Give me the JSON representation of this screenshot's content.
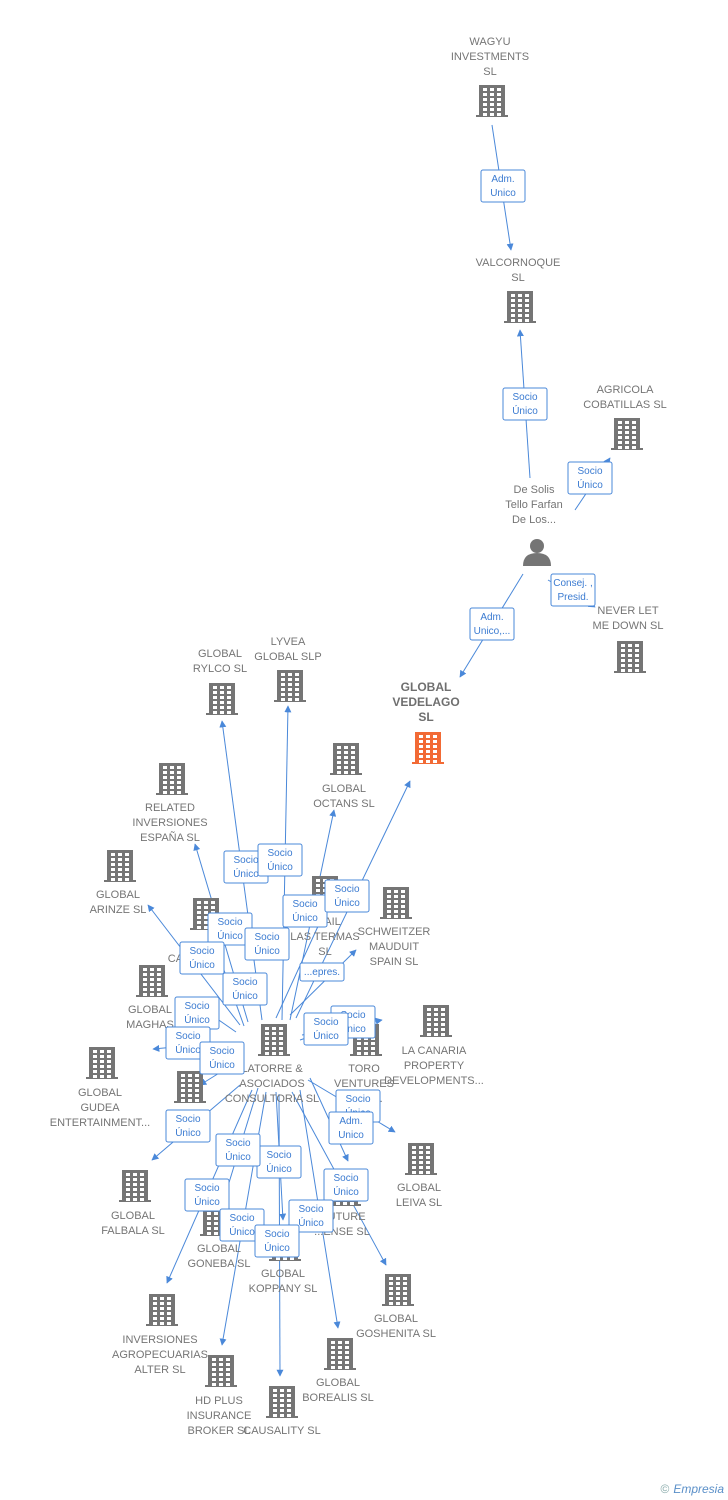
{
  "nodes": [
    {
      "id": "wagyu",
      "type": "company",
      "label": [
        "WAGYU",
        "INVESTMENTS",
        "SL"
      ]
    },
    {
      "id": "valcornoque",
      "type": "company",
      "label": [
        "VALCORNOQUE",
        "SL"
      ]
    },
    {
      "id": "agricola",
      "type": "company",
      "label": [
        "AGRICOLA",
        "COBATILLAS SL"
      ]
    },
    {
      "id": "desolis",
      "type": "person",
      "label": [
        "De Solis",
        "Tello Farfan",
        "De Los..."
      ]
    },
    {
      "id": "neverlet",
      "type": "company",
      "label": [
        "NEVER LET",
        "ME DOWN SL"
      ]
    },
    {
      "id": "vedelago",
      "type": "company",
      "highlight": true,
      "label": [
        "GLOBAL",
        "VEDELAGO",
        "SL"
      ]
    },
    {
      "id": "rylco",
      "type": "company",
      "label": [
        "GLOBAL",
        "RYLCO  SL"
      ]
    },
    {
      "id": "lyvea",
      "type": "company",
      "label": [
        "LYVEA",
        "GLOBAL  SLP"
      ]
    },
    {
      "id": "octans",
      "type": "company",
      "label": [
        "GLOBAL",
        "OCTANS  SL"
      ]
    },
    {
      "id": "related",
      "type": "company",
      "label": [
        "RELATED",
        "INVERSIONES",
        "ESPAÑA  SL"
      ]
    },
    {
      "id": "arinze",
      "type": "company",
      "label": [
        "GLOBAL",
        "ARINZE  SL"
      ]
    },
    {
      "id": "termas",
      "type": "company",
      "label": [
        "...TAIL",
        "LAS TERMAS",
        "SL"
      ]
    },
    {
      "id": "schweitzer",
      "type": "company",
      "label": [
        "SCHWEITZER",
        "MAUDUIT",
        "SPAIN SL"
      ]
    },
    {
      "id": "ca",
      "type": "company",
      "label": [
        "CA..."
      ]
    },
    {
      "id": "maghas",
      "type": "company",
      "label": [
        "GLOBAL",
        "MAGHAS"
      ]
    },
    {
      "id": "latorre",
      "type": "company",
      "label": [
        "LATORRE &",
        "ASOCIADOS",
        "CONSULTORIA  SL"
      ]
    },
    {
      "id": "toro",
      "type": "company",
      "label": [
        "TORO",
        "VENTURES",
        "F...AL..."
      ]
    },
    {
      "id": "lacanaria",
      "type": "company",
      "label": [
        "LA CANARIA",
        "PROPERTY",
        "DEVELOPMENTS..."
      ]
    },
    {
      "id": "gudea",
      "type": "company",
      "label": [
        "GLOBAL",
        "GUDEA",
        "ENTERTAINMENT..."
      ]
    },
    {
      "id": "s",
      "type": "company",
      "label": [
        "S...  SL"
      ]
    },
    {
      "id": "leiva",
      "type": "company",
      "label": [
        "GLOBAL",
        "LEIVA  SL"
      ]
    },
    {
      "id": "falbala",
      "type": "company",
      "label": [
        "GLOBAL",
        "FALBALA  SL"
      ]
    },
    {
      "id": "goneba",
      "type": "company",
      "label": [
        "GLOBAL",
        "GONEBA  SL"
      ]
    },
    {
      "id": "future",
      "type": "company",
      "label": [
        "...UTURE",
        "...ENSE  SL"
      ]
    },
    {
      "id": "koppany",
      "type": "company",
      "label": [
        "GLOBAL",
        "KOPPANY  SL"
      ]
    },
    {
      "id": "goshenita",
      "type": "company",
      "label": [
        "GLOBAL",
        "GOSHENITA SL"
      ]
    },
    {
      "id": "agropecuarias",
      "type": "company",
      "label": [
        "INVERSIONES",
        "AGROPECUARIAS",
        "ALTER  SL"
      ]
    },
    {
      "id": "borealis",
      "type": "company",
      "label": [
        "GLOBAL",
        "BOREALIS  SL"
      ]
    },
    {
      "id": "hdplus",
      "type": "company",
      "label": [
        "HD PLUS",
        "INSURANCE",
        "BROKER SL"
      ]
    },
    {
      "id": "causality",
      "type": "company",
      "label": [
        "CAUSALITY  SL"
      ]
    }
  ],
  "edges": [
    {
      "from": "wagyu",
      "to": "valcornoque",
      "label": [
        "Adm.",
        "Unico"
      ]
    },
    {
      "from": "desolis",
      "to": "valcornoque",
      "label": [
        "Socio",
        "Único"
      ]
    },
    {
      "from": "desolis",
      "to": "agricola",
      "label": [
        "Socio",
        "Único"
      ]
    },
    {
      "from": "desolis",
      "to": "neverlet",
      "label": [
        "Consej. ,",
        "Presid."
      ]
    },
    {
      "from": "desolis",
      "to": "vedelago",
      "label": [
        "Adm.",
        "Unico,..."
      ]
    },
    {
      "from": "latorre",
      "to": "rylco",
      "label": [
        "Socio",
        "Único"
      ]
    },
    {
      "from": "latorre",
      "to": "lyvea",
      "label": [
        "Socio",
        "Único"
      ]
    },
    {
      "from": "latorre",
      "to": "octans",
      "label": [
        "Socio",
        "Único"
      ]
    },
    {
      "from": "latorre",
      "to": "vedelago",
      "label": [
        "Socio",
        "Único"
      ]
    },
    {
      "from": "latorre",
      "to": "related",
      "label": [
        "Socio",
        "Único"
      ]
    },
    {
      "from": "latorre",
      "to": "arinze",
      "label": [
        "Socio",
        "Único"
      ]
    },
    {
      "from": "latorre",
      "to": "termas",
      "label": [
        "Socio",
        "Único"
      ]
    },
    {
      "from": "latorre",
      "to": "schweitzer",
      "label": [
        "...epres."
      ]
    },
    {
      "from": "latorre",
      "to": "ca",
      "label": [
        "Socio",
        "Único"
      ]
    },
    {
      "from": "latorre",
      "to": "maghas",
      "label": [
        "Socio",
        "Único"
      ]
    },
    {
      "from": "latorre",
      "to": "lacanaria",
      "label": [
        "Socio",
        "Único"
      ]
    },
    {
      "from": "latorre",
      "to": "toro",
      "label": [
        "Socio",
        "Único"
      ]
    },
    {
      "from": "latorre",
      "to": "gudea",
      "label": [
        "Socio",
        "Único"
      ]
    },
    {
      "from": "latorre",
      "to": "s",
      "label": [
        "Socio",
        "Único"
      ]
    },
    {
      "from": "latorre",
      "to": "leiva",
      "label": [
        "Socio",
        "Único"
      ]
    },
    {
      "from": "latorre",
      "to": "future",
      "label": [
        "Adm.",
        "Unico"
      ]
    },
    {
      "from": "latorre",
      "to": "falbala",
      "label": [
        "Socio",
        "Único"
      ]
    },
    {
      "from": "latorre",
      "to": "goneba",
      "label": [
        "Socio",
        "Único"
      ]
    },
    {
      "from": "latorre",
      "to": "koppany",
      "label": [
        "Socio",
        "Único"
      ]
    },
    {
      "from": "latorre",
      "to": "goshenita",
      "label": [
        "Socio",
        "Único"
      ]
    },
    {
      "from": "latorre",
      "to": "agropecuarias",
      "label": [
        "Socio",
        "Único"
      ]
    },
    {
      "from": "latorre",
      "to": "borealis",
      "label": [
        "Socio",
        "Único"
      ]
    },
    {
      "from": "latorre",
      "to": "hdplus",
      "label": [
        "Socio",
        "Único"
      ]
    },
    {
      "from": "latorre",
      "to": "causality",
      "label": [
        "Socio",
        "Único"
      ]
    }
  ],
  "footer": {
    "symbol": "©",
    "brand": "Empresia"
  },
  "colors": {
    "edge": "#4a88d9",
    "company": "#757575",
    "highlight": "#f26a35",
    "person": "#757575"
  }
}
